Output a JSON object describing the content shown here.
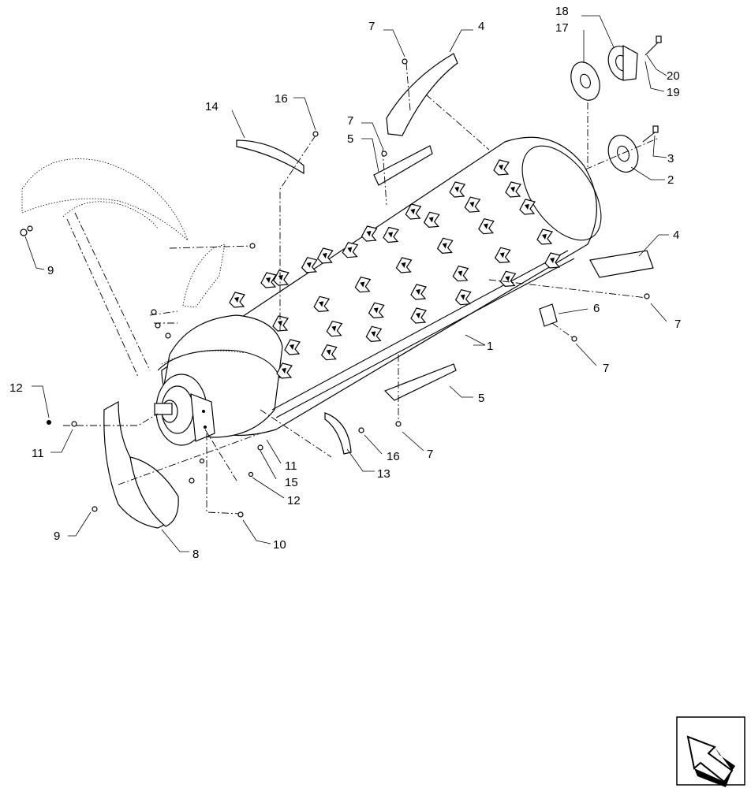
{
  "callouts": [
    {
      "label": "1"
    },
    {
      "label": "2"
    },
    {
      "label": "3"
    },
    {
      "label": "4"
    },
    {
      "label": "4"
    },
    {
      "label": "5"
    },
    {
      "label": "5"
    },
    {
      "label": "6"
    },
    {
      "label": "7"
    },
    {
      "label": "7"
    },
    {
      "label": "7"
    },
    {
      "label": "7"
    },
    {
      "label": "7"
    },
    {
      "label": "8"
    },
    {
      "label": "9"
    },
    {
      "label": "9"
    },
    {
      "label": "10"
    },
    {
      "label": "11"
    },
    {
      "label": "11"
    },
    {
      "label": "12"
    },
    {
      "label": "12"
    },
    {
      "label": "13"
    },
    {
      "label": "14"
    },
    {
      "label": "15"
    },
    {
      "label": "16"
    },
    {
      "label": "16"
    },
    {
      "label": "17"
    },
    {
      "label": "18"
    },
    {
      "label": "19"
    },
    {
      "label": "20"
    }
  ],
  "icons": {
    "nav_arrow": "exploded-view-navigation-arrow-icon"
  }
}
